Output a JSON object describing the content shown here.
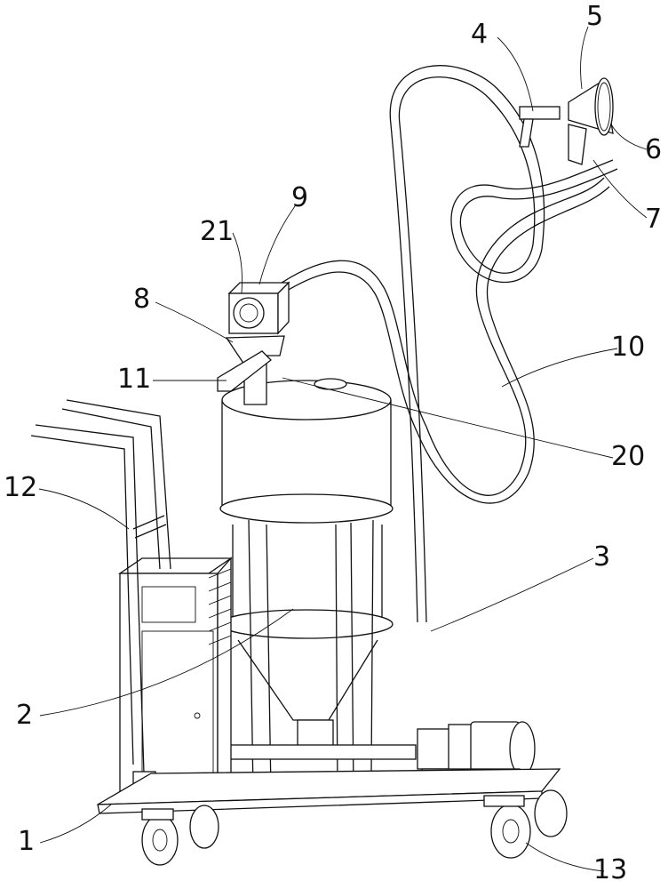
{
  "figure": {
    "labels": {
      "l1": "1",
      "l2": "2",
      "l3": "3",
      "l4": "4",
      "l5": "5",
      "l6": "6",
      "l7": "7",
      "l8": "8",
      "l9": "9",
      "l10": "10",
      "l11": "11",
      "l12": "12",
      "l13": "13",
      "l20": "20",
      "l21": "21"
    }
  }
}
